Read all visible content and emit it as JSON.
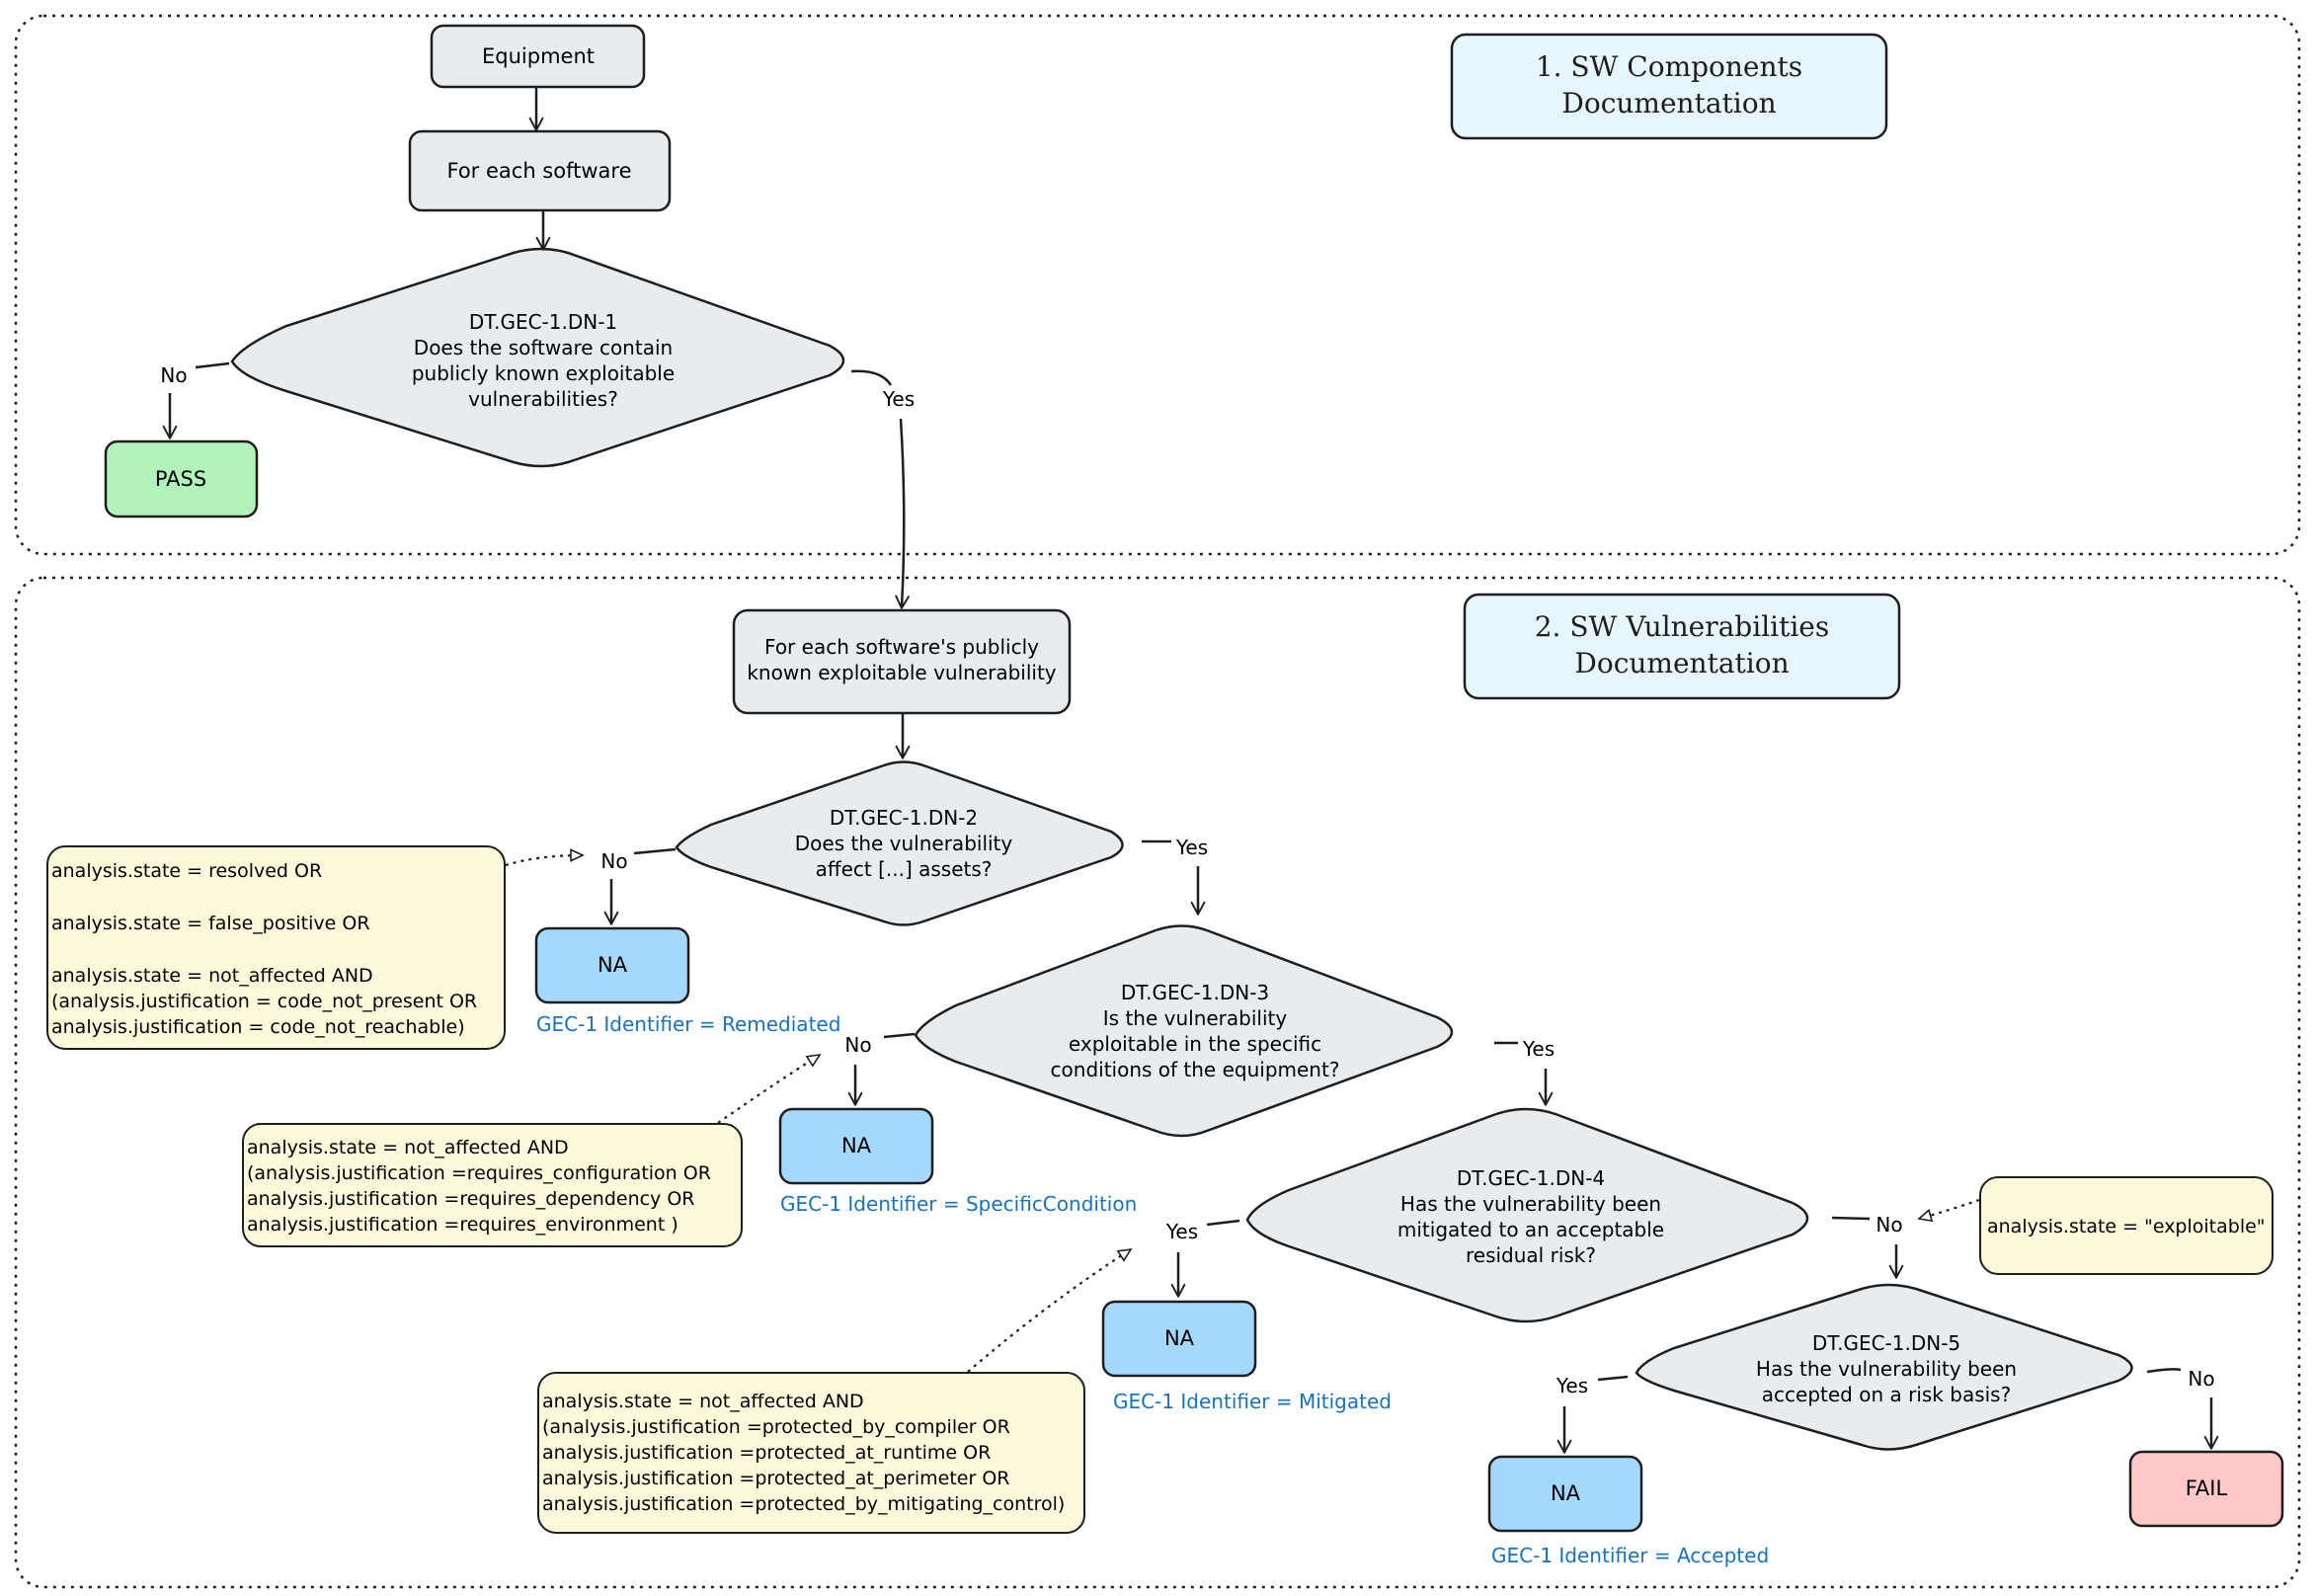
{
  "sections": {
    "s1_title": [
      "1. SW Components",
      "Documentation"
    ],
    "s2_title": [
      "2. SW Vulnerabilities",
      "Documentation"
    ]
  },
  "nodes": {
    "equipment": "Equipment",
    "for_each_software": "For each software",
    "dn1": [
      "DT.GEC-1.DN-1",
      "Does the software contain",
      "publicly known exploitable",
      "vulnerabilities?"
    ],
    "pass": "PASS",
    "for_each_vuln": [
      "For each software's publicly",
      "known exploitable vulnerability"
    ],
    "dn2": [
      "DT.GEC-1.DN-2",
      "Does the vulnerability",
      "affect [...] assets?"
    ],
    "dn3": [
      "DT.GEC-1.DN-3",
      "Is the vulnerability",
      "exploitable in the specific",
      "conditions of the equipment?"
    ],
    "dn4": [
      "DT.GEC-1.DN-4",
      "Has the vulnerability been",
      "mitigated to an acceptable",
      "residual risk?"
    ],
    "dn5": [
      "DT.GEC-1.DN-5",
      "Has the vulnerability been",
      "accepted on a risk basis?"
    ],
    "na": "NA",
    "fail": "FAIL"
  },
  "edge_labels": {
    "yes": "Yes",
    "no": "No"
  },
  "identifiers": {
    "remediated": "GEC-1 Identifier = Remediated",
    "specific_condition": "GEC-1 Identifier = SpecificCondition",
    "mitigated": "GEC-1 Identifier = Mitigated",
    "accepted": "GEC-1 Identifier = Accepted"
  },
  "notes": {
    "note1": [
      "analysis.state = resolved OR",
      "",
      "analysis.state = false_positive OR",
      "",
      "analysis.state = not_affected AND",
      "(analysis.justification = code_not_present OR",
      "analysis.justification = code_not_reachable)"
    ],
    "note2": [
      "analysis.state = not_affected AND",
      "(analysis.justification =requires_configuration OR",
      "analysis.justification =requires_dependency OR",
      "analysis.justification =requires_environment )"
    ],
    "note3": [
      "analysis.state = not_affected AND",
      "(analysis.justification =protected_by_compiler OR",
      "analysis.justification =protected_at_runtime OR",
      "analysis.justification =protected_at_perimeter OR",
      "analysis.justification =protected_by_mitigating_control)"
    ],
    "note4": [
      "analysis.state = \"exploitable\""
    ]
  },
  "colors": {
    "stroke": "#1e1e1e",
    "process_fill": "#e9ecef",
    "pass_fill": "#b2f2bb",
    "na_fill": "#a5d8ff",
    "fail_fill": "#ffc9c9",
    "note_fill": "#fff9db",
    "title_fill": "#e7f5ff",
    "identifier_text": "#1971c2"
  }
}
